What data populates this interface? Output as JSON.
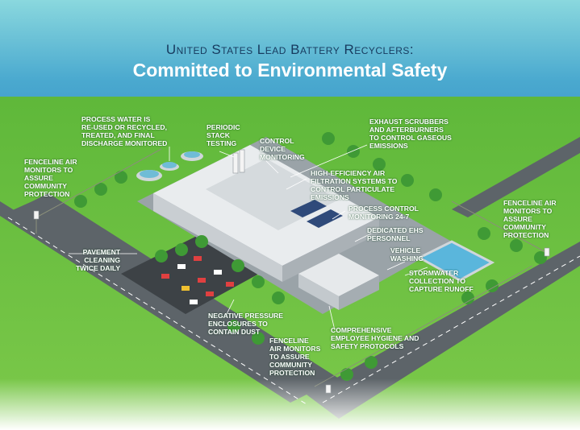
{
  "header": {
    "title_line1": "United States Lead Battery Recyclers:",
    "title_line2": "Committed to Environmental Safety"
  },
  "colors": {
    "sky_top": "#7fd3dc",
    "sky_bottom": "#3e9fc9",
    "grass": "#6cbf3f",
    "title_dark": "#173a5e"
  },
  "labels": {
    "process_water": "Process water is\nre-used or recycled,\ntreated, and final\ndischarge monitored",
    "periodic_stack": "Periodic\nstack\ntesting",
    "control_device": "Control\ndevice\nmonitoring",
    "exhaust_scrubbers": "Exhaust scrubbers\nand afterburners\nto control gaseous\nemissions",
    "fenceline_left": "Fenceline air\nmonitors to\nassure\ncommunity\nprotection",
    "hepa": "High-efficiency air\nfiltration systems to\ncontrol particulate\nemissions",
    "process_control": "Process control\nmonitoring 24-7",
    "dedicated_ehs": "Dedicated EHS\npersonnel",
    "fenceline_right": "Fenceline air\nmonitors to\nassure\ncommunity\nprotection",
    "pavement": "Pavement\ncleaning\ntwice daily",
    "vehicle_washing": "Vehicle\nwashing",
    "stormwater": "Stormwater\ncollection to\ncapture runoff",
    "negative_pressure": "Negative pressure\nenclosures to\ncontain dust",
    "hygiene": "Comprehensive\nemployee hygiene and\nsafety protocols",
    "fenceline_bottom": "Fenceline\nair monitors\nto assure\ncommunity\nprotection"
  }
}
